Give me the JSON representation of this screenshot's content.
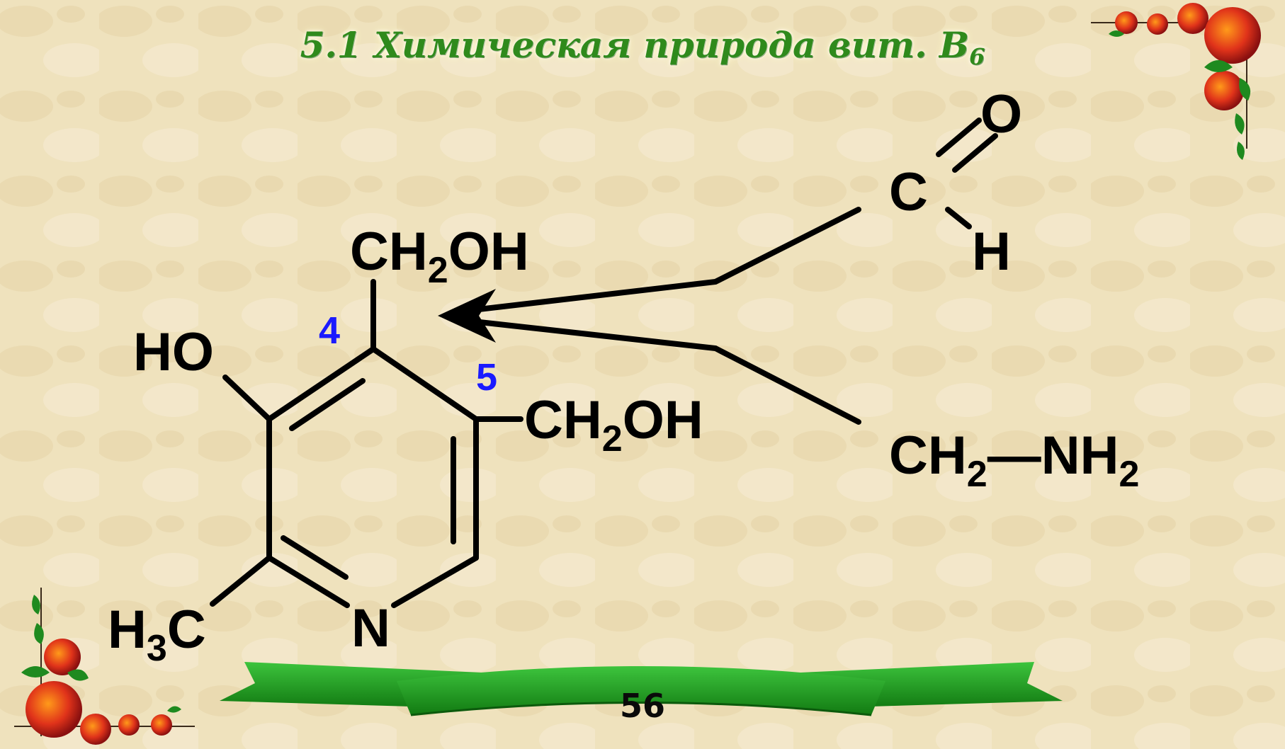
{
  "slide": {
    "title": "5.1 Химическая природа вит. B",
    "title_subscript": "6",
    "title_color": "#2f8a1c",
    "page_number": "56",
    "background_color": "#efe2bd",
    "ribbon_color": "#1f9a1f"
  },
  "structure": {
    "ring_substituent_top": {
      "text": "CH",
      "sub": "2",
      "rest": "OH"
    },
    "ring_substituent_right": {
      "text": "CH",
      "sub": "2",
      "rest": "OH"
    },
    "hydroxyl": "HO",
    "methyl": {
      "text": "H",
      "sub": "3",
      "rest": "C"
    },
    "ring_nitrogen": "N",
    "position_4": "4",
    "position_5": "5",
    "position_color": "#1a1aff",
    "aldehyde_carbon": "C",
    "aldehyde_oxygen": "O",
    "aldehyde_hydrogen": "H",
    "aminomethyl": {
      "text": "CH",
      "sub": "2",
      "dash": "—",
      "rest": "NH",
      "sub2": "2"
    }
  }
}
